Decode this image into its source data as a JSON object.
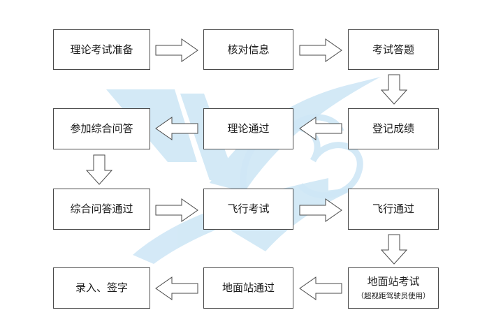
{
  "colors": {
    "border": "#4a4a4a",
    "arrow_stroke": "#4a4a4a",
    "arrow_fill": "#ffffff",
    "watermark": "#cfe7f6",
    "text": "#1a1a1a"
  },
  "flow": {
    "steps": [
      {
        "label": "理论考试准备"
      },
      {
        "label": "核对信息"
      },
      {
        "label": "考试答题"
      },
      {
        "label": "参加综合问答"
      },
      {
        "label": "理论通过"
      },
      {
        "label": "登记成绩"
      },
      {
        "label": "综合问答通过"
      },
      {
        "label": "飞行考试"
      },
      {
        "label": "飞行通过"
      },
      {
        "label": "录入、签字"
      },
      {
        "label": "地面站通过"
      },
      {
        "label": "地面站考试",
        "sub": "（超视距驾驶员使用）"
      }
    ]
  }
}
